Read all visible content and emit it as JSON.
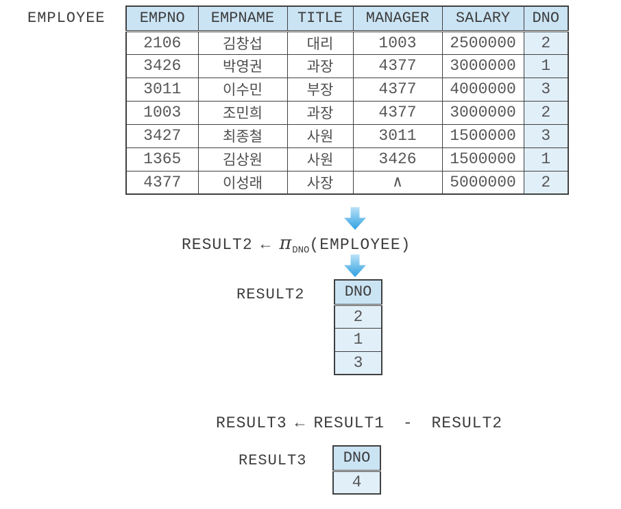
{
  "colors": {
    "header_bg": "#cbe4f4",
    "highlight_bg": "#e1eff9",
    "border": "#3f3f3f",
    "arrow_gradient_top": "#b9e2f8",
    "arrow_gradient_bottom": "#2fa0e1"
  },
  "icons": {
    "flow_arrow_1": "down-arrow",
    "flow_arrow_2": "down-arrow"
  },
  "employee_table": {
    "label": "EMPLOYEE",
    "columns": [
      "EMPNO",
      "EMPNAME",
      "TITLE",
      "MANAGER",
      "SALARY",
      "DNO"
    ],
    "highlight_column": "DNO",
    "rows": [
      [
        "2106",
        "김창섭",
        "대리",
        "1003",
        "2500000",
        "2"
      ],
      [
        "3426",
        "박영권",
        "과장",
        "4377",
        "3000000",
        "1"
      ],
      [
        "3011",
        "이수민",
        "부장",
        "4377",
        "4000000",
        "3"
      ],
      [
        "1003",
        "조민희",
        "과장",
        "4377",
        "3000000",
        "2"
      ],
      [
        "3427",
        "최종철",
        "사원",
        "3011",
        "1500000",
        "3"
      ],
      [
        "1365",
        "김상원",
        "사원",
        "3426",
        "1500000",
        "1"
      ],
      [
        "4377",
        "이성래",
        "사장",
        "∧",
        "5000000",
        "2"
      ]
    ]
  },
  "formula1": {
    "lhs": "RESULT2",
    "assign": "←",
    "operator": "π",
    "operator_subscript": "DNO",
    "operand": "(EMPLOYEE)"
  },
  "result2_table": {
    "label": "RESULT2",
    "columns": [
      "DNO"
    ],
    "highlight_column": "DNO",
    "rows": [
      [
        "2"
      ],
      [
        "1"
      ],
      [
        "3"
      ]
    ]
  },
  "formula2": {
    "lhs": "RESULT3",
    "assign": "←",
    "rhs": "RESULT1 - RESULT2"
  },
  "result3_table": {
    "label": "RESULT3",
    "columns": [
      "DNO"
    ],
    "highlight_column": "DNO",
    "rows": [
      [
        "4"
      ]
    ]
  }
}
